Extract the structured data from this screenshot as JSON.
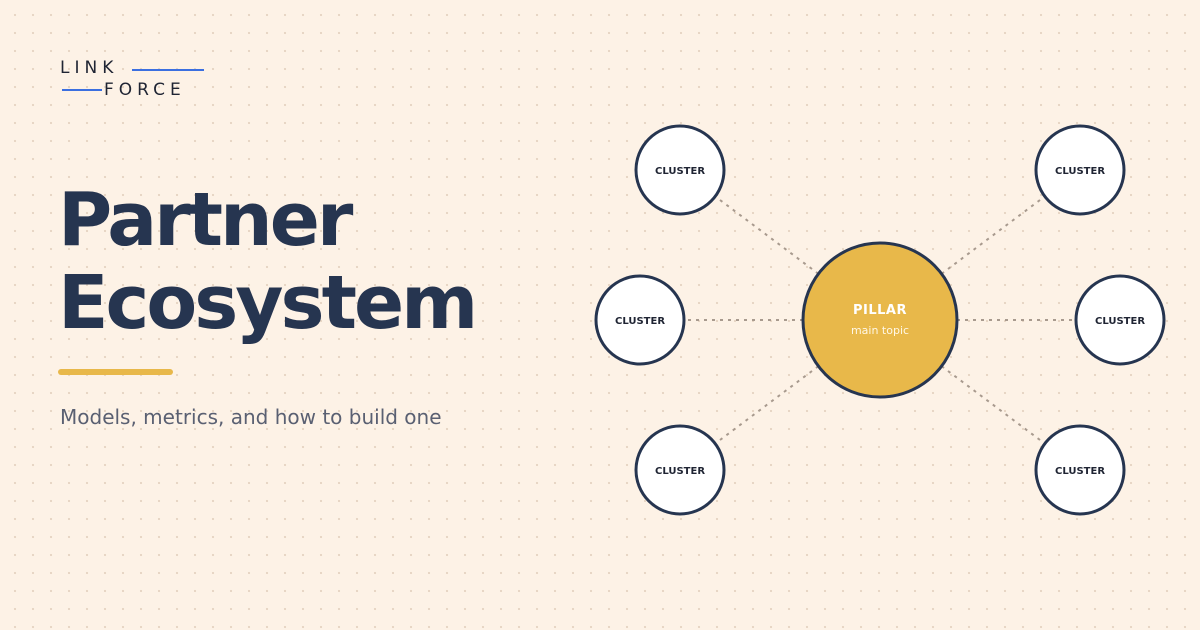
{
  "brand": {
    "logo_top": "LINK",
    "logo_bottom": "FORCE",
    "logo_line_color": "#3b6fe0"
  },
  "hero": {
    "title_line1": "Partner",
    "title_line2": "Ecosystem",
    "subtitle": "Models, metrics, and how to build one",
    "accent_color": "#e8b84a"
  },
  "diagram": {
    "center": {
      "label": "PILLAR",
      "sublabel": "main topic",
      "fill": "#e8b84a"
    },
    "clusters": [
      {
        "label": "CLUSTER"
      },
      {
        "label": "CLUSTER"
      },
      {
        "label": "CLUSTER"
      },
      {
        "label": "CLUSTER"
      },
      {
        "label": "CLUSTER"
      },
      {
        "label": "CLUSTER"
      }
    ],
    "node_stroke": "#263550",
    "connector_color": "#a89a8e"
  }
}
